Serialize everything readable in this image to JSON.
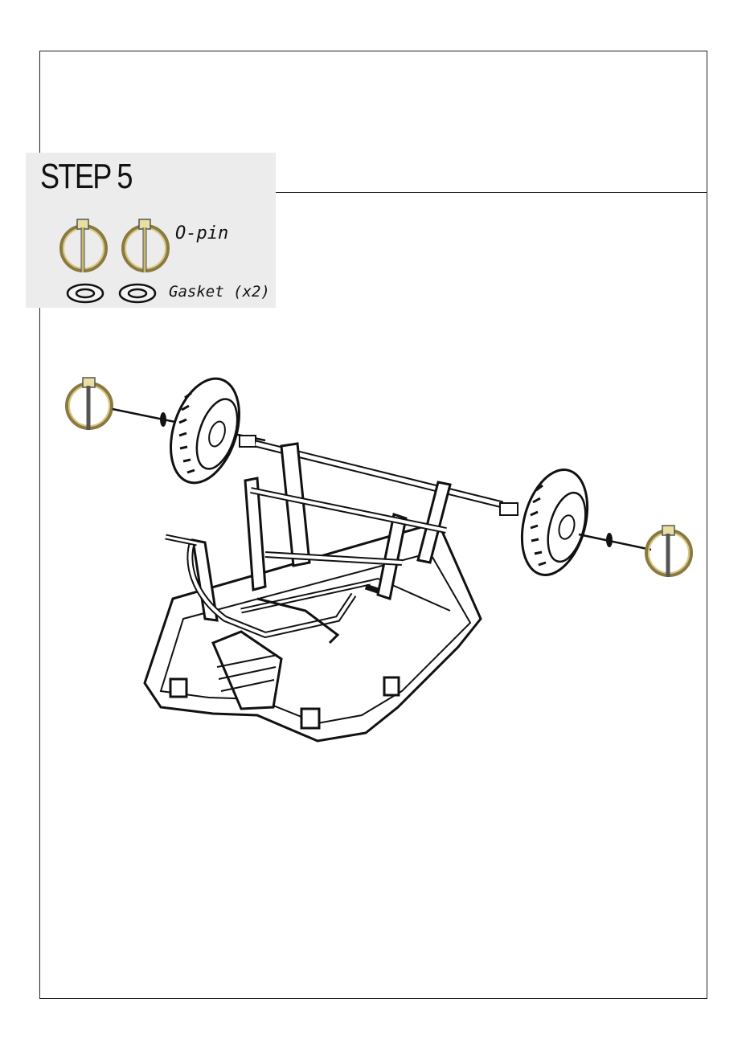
{
  "step": {
    "title": "STEP 5"
  },
  "parts": [
    {
      "label": "O-pin",
      "icon": "o-pin-icon"
    },
    {
      "label": "Gasket (x2)",
      "icon": "gasket-icon"
    }
  ]
}
